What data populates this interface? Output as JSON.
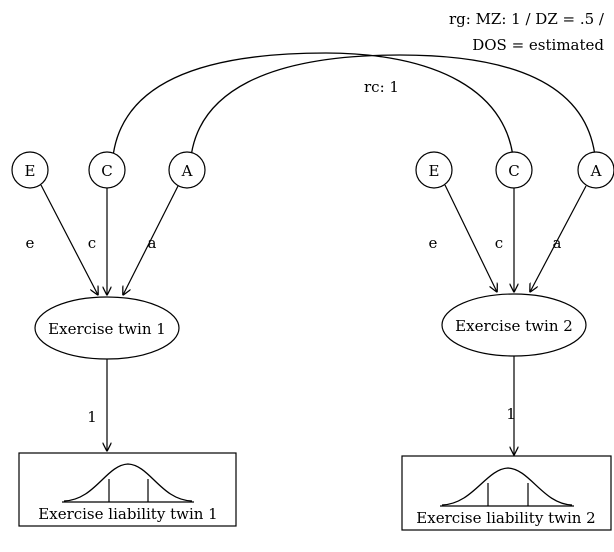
{
  "annotations": {
    "rg_line1": "rg: MZ: 1 / DZ = .5 /",
    "rg_line2": "DOS = estimated",
    "rc": "rc: 1"
  },
  "twin1": {
    "factors": {
      "E": "E",
      "C": "C",
      "A": "A"
    },
    "paths": {
      "e": "e",
      "c": "c",
      "a": "a"
    },
    "latent": "Exercise twin 1",
    "loading": "1",
    "liability": "Exercise liability twin 1"
  },
  "twin2": {
    "factors": {
      "E": "E",
      "C": "C",
      "A": "A"
    },
    "paths": {
      "e": "e",
      "c": "c",
      "a": "a"
    },
    "latent": "Exercise twin 2",
    "loading": "1",
    "liability": "Exercise liability twin 2"
  }
}
